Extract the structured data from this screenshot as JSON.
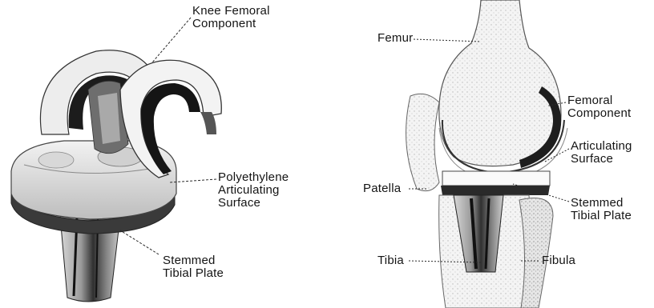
{
  "left_diagram": {
    "labels": {
      "knee_femoral_component": [
        "Knee Femoral",
        "Component"
      ],
      "polyethylene_surface": [
        "Polyethylene",
        "Articulating",
        "Surface"
      ],
      "stemmed_tibial_plate": [
        "Stemmed",
        "Tibial Plate"
      ]
    }
  },
  "right_diagram": {
    "labels": {
      "femur": "Femur",
      "femoral_component": [
        "Femoral",
        "Component"
      ],
      "articulating_surface": [
        "Articulating",
        "Surface"
      ],
      "patella": "Patella",
      "stemmed_tibial_plate": [
        "Stemmed",
        "Tibial Plate"
      ],
      "tibia": "Tibia",
      "fibula": "Fibula"
    }
  }
}
